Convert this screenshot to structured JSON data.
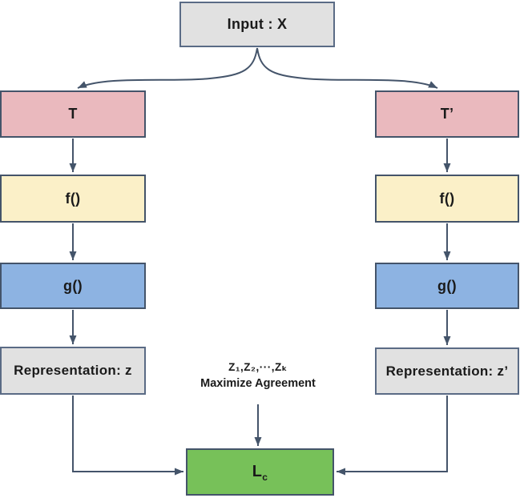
{
  "colors": {
    "box_border": "#44546A",
    "gray_border": "#5A6B85",
    "pink": "#EAB9BE",
    "yellow": "#FBF0C8",
    "blue": "#8DB3E2",
    "gray": "#E1E1E1",
    "green": "#77C159",
    "connector": "#44546A",
    "text": "#1A1A1A",
    "background": "#FFFFFF"
  },
  "boxes": {
    "input": "Input : X",
    "t_left": "T",
    "t_right": "T’",
    "f_left": "f()",
    "f_right": "f()",
    "g_left": "g()",
    "g_right": "g()",
    "rep_left": "Representation: z",
    "rep_right": "Representation: z’",
    "loss_main": "L",
    "loss_sub": "c"
  },
  "annotations": {
    "z_list": "Z₁,Z₂,···,Zₖ",
    "maximize": "Maximize Agreement"
  }
}
